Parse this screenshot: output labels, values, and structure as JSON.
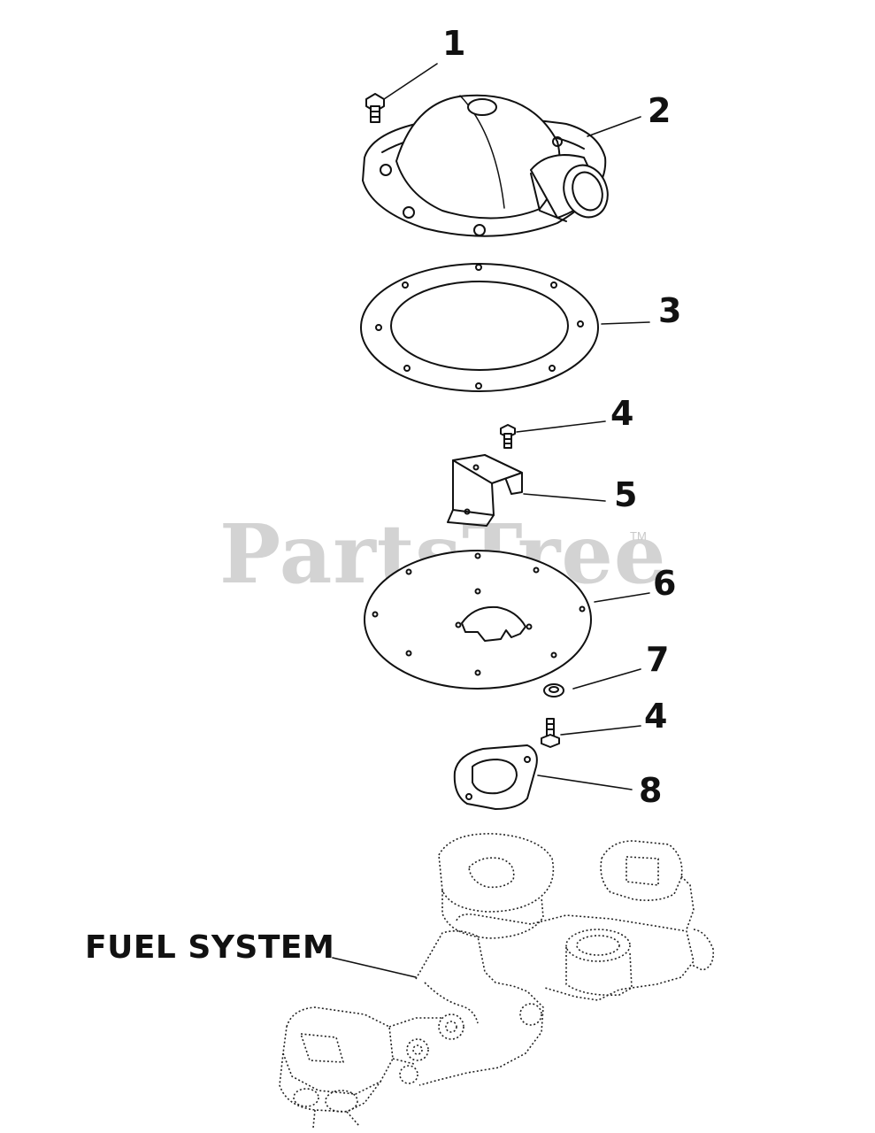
{
  "callouts": {
    "c1": "1",
    "c2": "2",
    "c3": "3",
    "c4a": "4",
    "c5": "5",
    "c6": "6",
    "c7": "7",
    "c4b": "4",
    "c8": "8"
  },
  "assembly_label": "FUEL SYSTEM",
  "watermark": {
    "text": "PartsTree",
    "tm": "TM",
    "color": "#d3d3d3"
  },
  "colors": {
    "line": "#111111",
    "background": "#ffffff"
  }
}
